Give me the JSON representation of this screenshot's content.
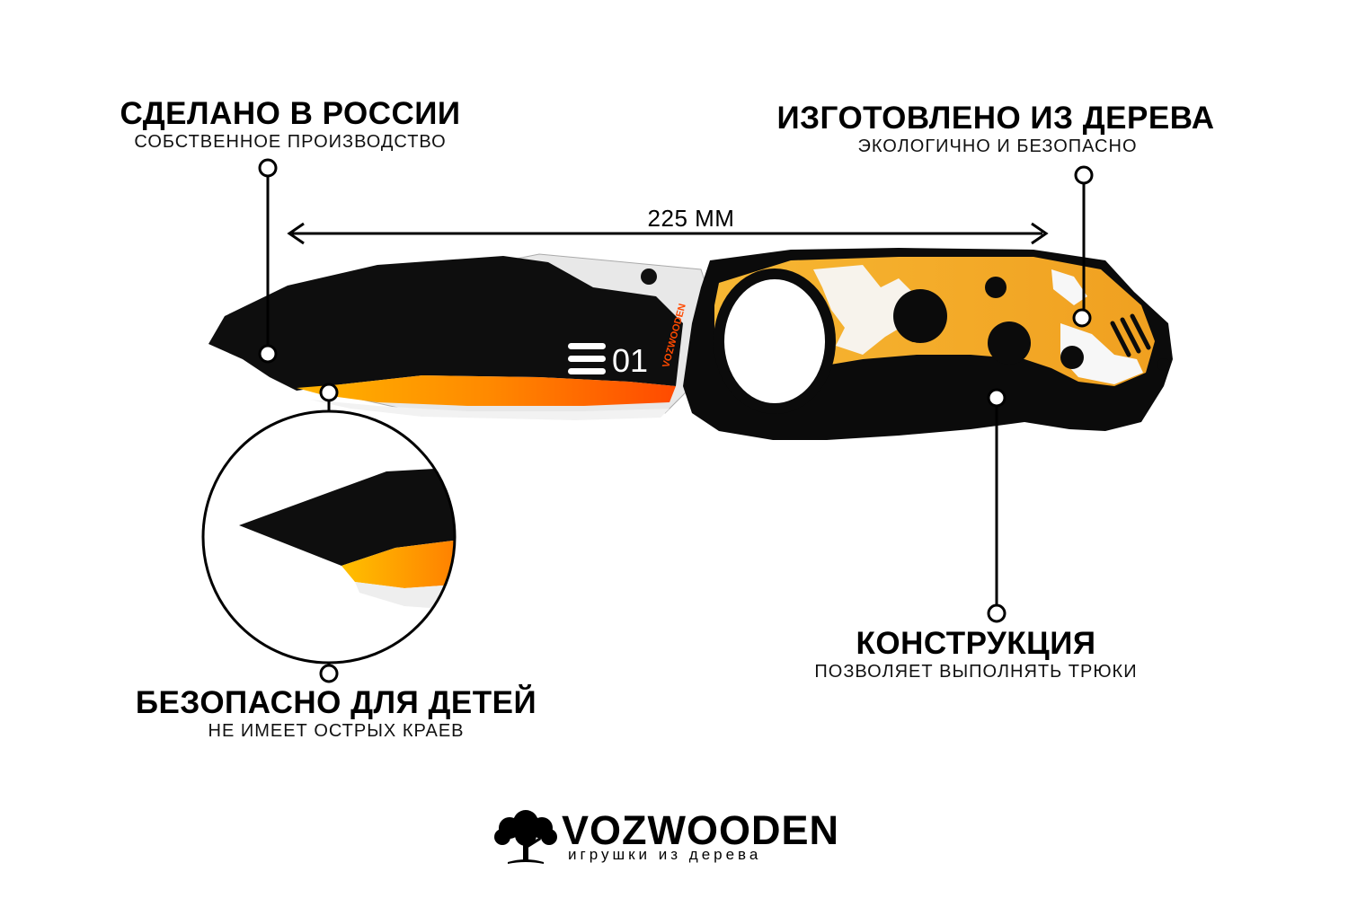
{
  "features": [
    {
      "title": "СДЕЛАНО В РОССИИ",
      "subtitle": "СОБСТВЕННОЕ ПРОИЗВОДСТВО"
    },
    {
      "title": "ИЗГОТОВЛЕНО ИЗ ДЕРЕВА",
      "subtitle": "ЭКОЛОГИЧНО И БЕЗОПАСНО"
    },
    {
      "title": "КОНСТРУКЦИЯ",
      "subtitle": "ПОЗВОЛЯЕТ ВЫПОЛНЯТЬ ТРЮКИ"
    },
    {
      "title": "БЕЗОПАСНО ДЛЯ ДЕТЕЙ",
      "subtitle": "НЕ ИМЕЕТ ОСТРЫХ КРАЕВ"
    }
  ],
  "dimension": {
    "label": "225 ММ"
  },
  "knife": {
    "model_mark": "01",
    "blade_brand": "VOZWOODEN"
  },
  "brand": {
    "name": "VOZWOODEN",
    "tagline": "игрушки из дерева"
  },
  "colors": {
    "orange": "#ff6a00",
    "amber": "#f5a623",
    "black": "#0b0b0b",
    "steel": "#d9d9d9"
  }
}
